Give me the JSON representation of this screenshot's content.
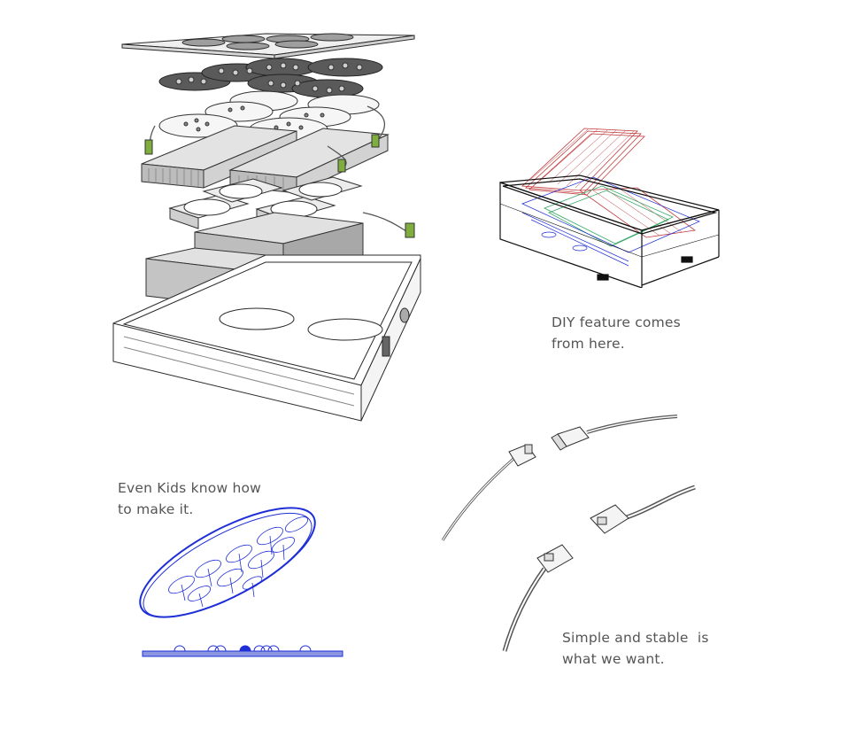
{
  "captions": {
    "diy": {
      "line1": "DIY feature comes",
      "line2": "from here."
    },
    "kids": {
      "line1": "Even Kids know how",
      "line2": "to make it."
    },
    "stable": {
      "line1": "Simple and stable  is",
      "line2": "what we want."
    }
  },
  "colors": {
    "line": "#2a2a2a",
    "wire_red": "#c0393b",
    "wire_blue": "#1f2fd6",
    "wire_green": "#3aa86a",
    "heatsink": "#c9c9c9",
    "body_gray": "#bdbdbd"
  }
}
